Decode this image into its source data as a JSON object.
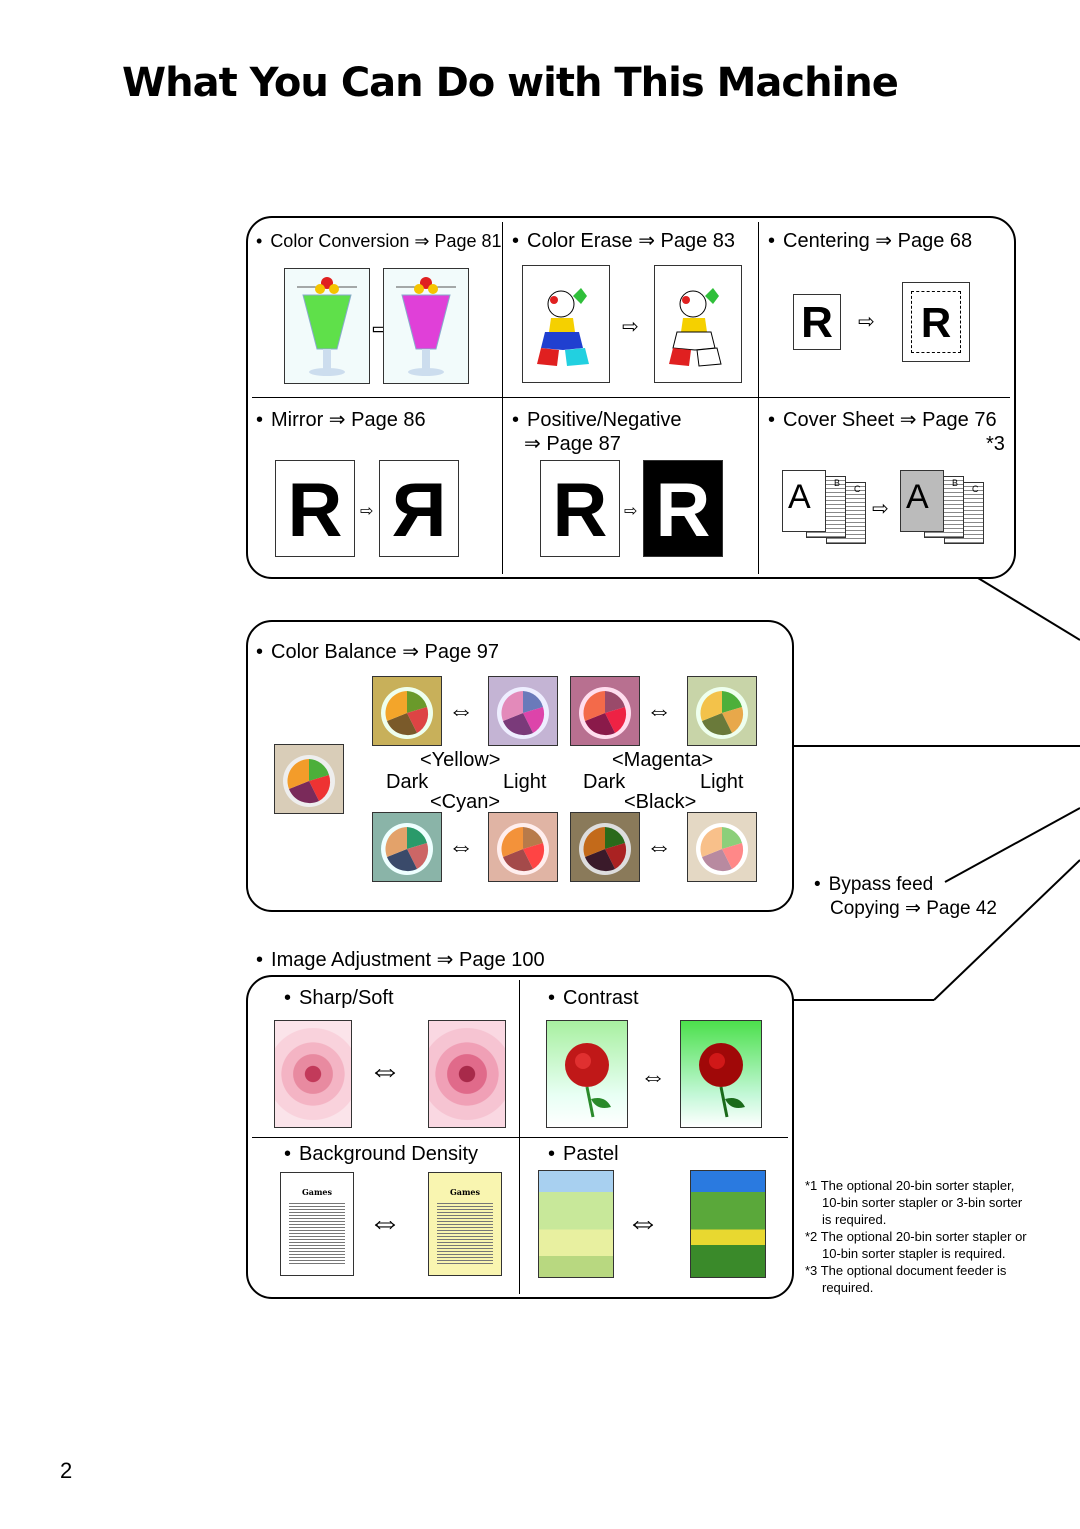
{
  "title": "What You Can Do with This Machine",
  "page_number": "2",
  "arrow_right": "⇒",
  "swap_arrow": "⇔",
  "top_panel": {
    "color_conversion": {
      "label": "Color Conversion",
      "page": "Page 81"
    },
    "color_erase": {
      "label": "Color Erase",
      "page": "Page 83"
    },
    "centering": {
      "label": "Centering",
      "page": "Page 68"
    },
    "mirror": {
      "label": "Mirror",
      "page": "Page 86"
    },
    "positive_negative": {
      "label": "Positive/Negative",
      "page": "Page 87"
    },
    "cover_sheet": {
      "label": "Cover Sheet",
      "page": "Page 76",
      "note": "*3"
    },
    "sample_letter": "R",
    "cover_letters": [
      "A",
      "B",
      "C"
    ]
  },
  "color_balance": {
    "label": "Color Balance",
    "page": "Page 97",
    "yellow": "<Yellow>",
    "magenta": "<Magenta>",
    "cyan": "<Cyan>",
    "black": "<Black>",
    "dark": "Dark",
    "light": "Light"
  },
  "bypass": {
    "line1": "Bypass feed",
    "line2": "Copying",
    "page": "Page 42"
  },
  "image_adjustment": {
    "label": "Image Adjustment",
    "page": "Page 100",
    "sharp_soft": "Sharp/Soft",
    "contrast": "Contrast",
    "background_density": "Background Density",
    "pastel": "Pastel",
    "doc_heading": "Games"
  },
  "footnotes": [
    [
      "*1",
      "The optional 20-bin sorter stapler,"
    ],
    [
      "",
      "10-bin sorter stapler or 3-bin sorter"
    ],
    [
      "",
      "is required."
    ],
    [
      "*2",
      "The optional 20-bin sorter stapler or"
    ],
    [
      "",
      "10-bin sorter stapler is required."
    ],
    [
      "*3",
      "The optional document feeder is"
    ],
    [
      "",
      "required."
    ]
  ]
}
